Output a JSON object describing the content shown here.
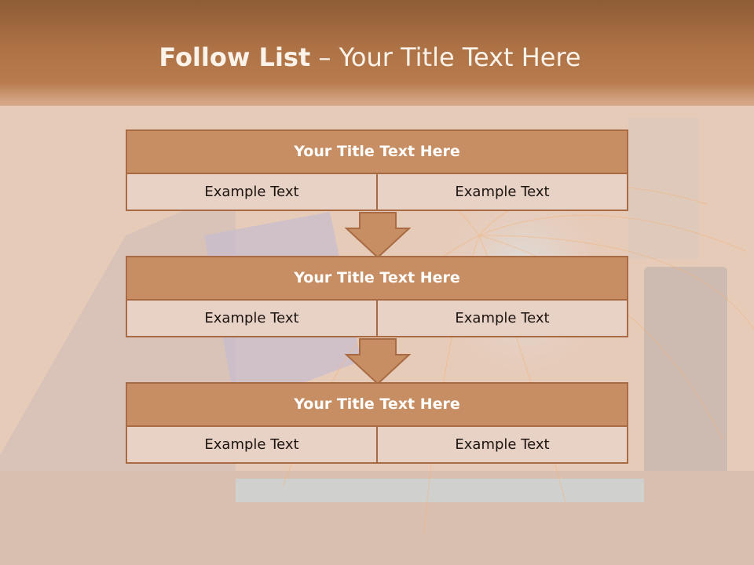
{
  "slide": {
    "title_bold": "Follow List",
    "title_rest": " – Your Title Text Here"
  },
  "blocks": [
    {
      "title": "Your Title Text Here",
      "cells": [
        "Example Text",
        "Example Text"
      ]
    },
    {
      "title": "Your Title Text Here",
      "cells": [
        "Example Text",
        "Example Text"
      ]
    },
    {
      "title": "Your Title Text Here",
      "cells": [
        "Example Text",
        "Example Text"
      ]
    }
  ],
  "colors": {
    "header": "#a86b43",
    "block_title": "#c78e63",
    "block_cell": "#e7d2c5",
    "border": "#a86b43"
  }
}
